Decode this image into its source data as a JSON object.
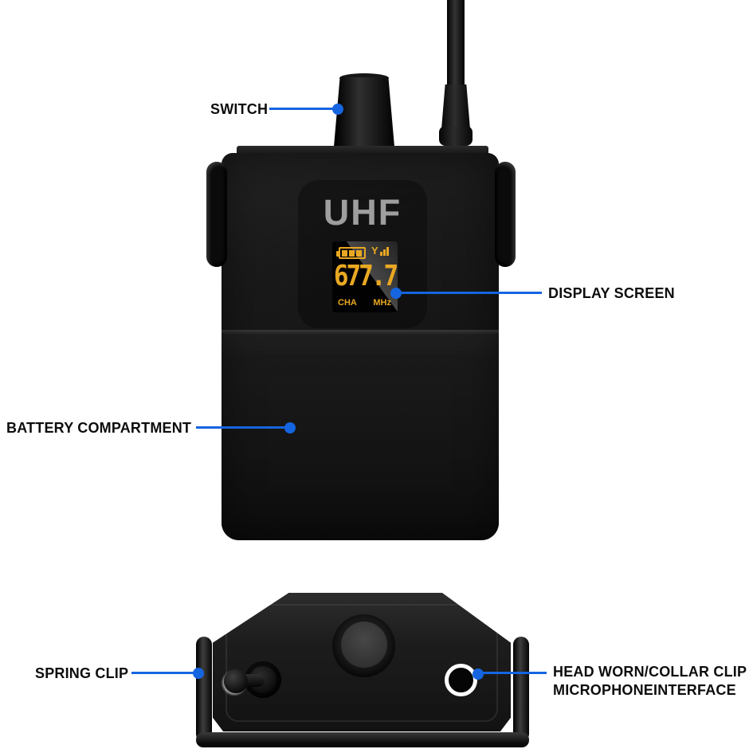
{
  "device": {
    "brand_label": "UHF",
    "display": {
      "frequency": "677.7",
      "channel_label": "CHA",
      "unit_label": "MHz",
      "signal_icon_letter": "Y",
      "icons": [
        "battery-level-icon",
        "signal-strength-icon"
      ]
    }
  },
  "callouts": {
    "switch": {
      "label": "SWITCH"
    },
    "display_screen": {
      "label": "DISPLAY SCREEN"
    },
    "battery_compartment": {
      "label": "BATTERY COMPARTMENT"
    },
    "spring_clip": {
      "label": "SPRING CLIP"
    },
    "mic_interface": {
      "line1": "HEAD WORN/COLLAR CLIP",
      "line2": "MICROPHONEINTERFACE"
    }
  },
  "colors": {
    "callout_line": "#1565E0",
    "label_text": "#0d0d0d",
    "display_amber": "#E9A822",
    "uhf_gray": "#9e9e9e",
    "background": "#ffffff"
  }
}
